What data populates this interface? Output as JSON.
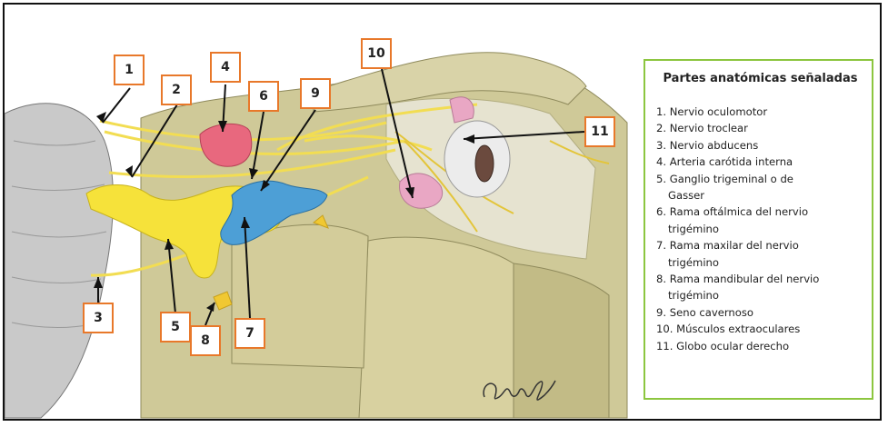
{
  "legend": {
    "title": "Partes anatómicas señaladas",
    "items": [
      {
        "num": "1.",
        "text": "Nervio oculomotor"
      },
      {
        "num": "2.",
        "text": "Nervio troclear"
      },
      {
        "num": "3.",
        "text": "Nervio abducens"
      },
      {
        "num": "4.",
        "text": "Arteria carótida interna"
      },
      {
        "num": "5.",
        "text": "Ganglio trigeminal o de",
        "cont": "Gasser"
      },
      {
        "num": "6.",
        "text": "Rama oftálmica del nervio",
        "cont": "trigémino"
      },
      {
        "num": "7.",
        "text": "Rama maxilar del nervio",
        "cont": "trigémino"
      },
      {
        "num": "8.",
        "text": "Rama mandibular del nervio",
        "cont": "trigémino"
      },
      {
        "num": "9.",
        "text": "Seno cavernoso"
      },
      {
        "num": "10.",
        "text": "Músculos extraoculares"
      },
      {
        "num": "11.",
        "text": "Globo ocular derecho"
      }
    ]
  },
  "callouts": [
    "1",
    "2",
    "3",
    "4",
    "5",
    "6",
    "7",
    "8",
    "9",
    "10",
    "11"
  ],
  "colors": {
    "callout_border": "#e8782a",
    "legend_border": "#8cc63f",
    "nerve": "#f2dd52",
    "ganglion": "#f6e23a",
    "artery": "#e8687e",
    "sinus": "#4d9fd6",
    "bone": "#c9c290"
  }
}
